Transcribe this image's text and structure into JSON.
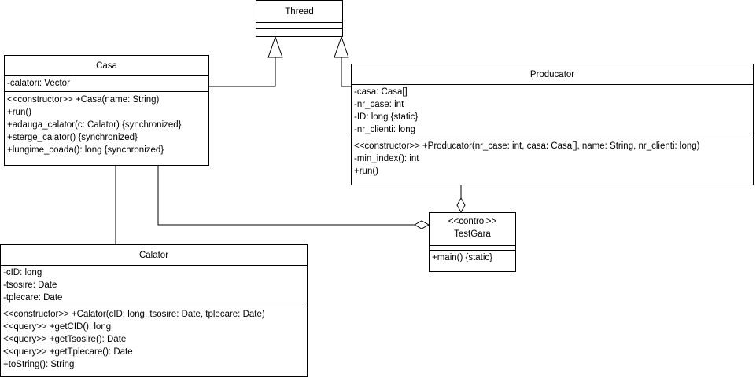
{
  "classes": {
    "thread": {
      "name": "Thread"
    },
    "casa": {
      "name": "Casa",
      "attributes": [
        "-calatori: Vector"
      ],
      "methods": [
        "<<constructor>> +Casa(name: String)",
        "+run()",
        "+adauga_calator(c: Calator) {synchronized}",
        "+sterge_calator() {synchronized}",
        "+lungime_coada(): long {synchronized}"
      ]
    },
    "producator": {
      "name": "Producator",
      "attributes": [
        "-casa: Casa[]",
        "-nr_case: int",
        "-ID: long {static}",
        "-nr_clienti: long"
      ],
      "methods": [
        "<<constructor>> +Producator(nr_case: int, casa: Casa[], name: String, nr_clienti: long)",
        "-min_index(): int",
        "+run()"
      ]
    },
    "testgara": {
      "stereotype": "<<control>>",
      "name": "TestGara",
      "methods": [
        "+main() {static}"
      ]
    },
    "calator": {
      "name": "Calator",
      "attributes": [
        "-cID: long",
        "-tsosire: Date",
        "-tplecare: Date"
      ],
      "methods": [
        "<<constructor>> +Calator(cID: long, tsosire: Date, tplecare: Date)",
        "<<query>> +getCID(): long",
        "<<query>> +getTsosire(): Date",
        "<<query>> +getTplecare(): Date",
        "+toString(): String"
      ]
    }
  }
}
